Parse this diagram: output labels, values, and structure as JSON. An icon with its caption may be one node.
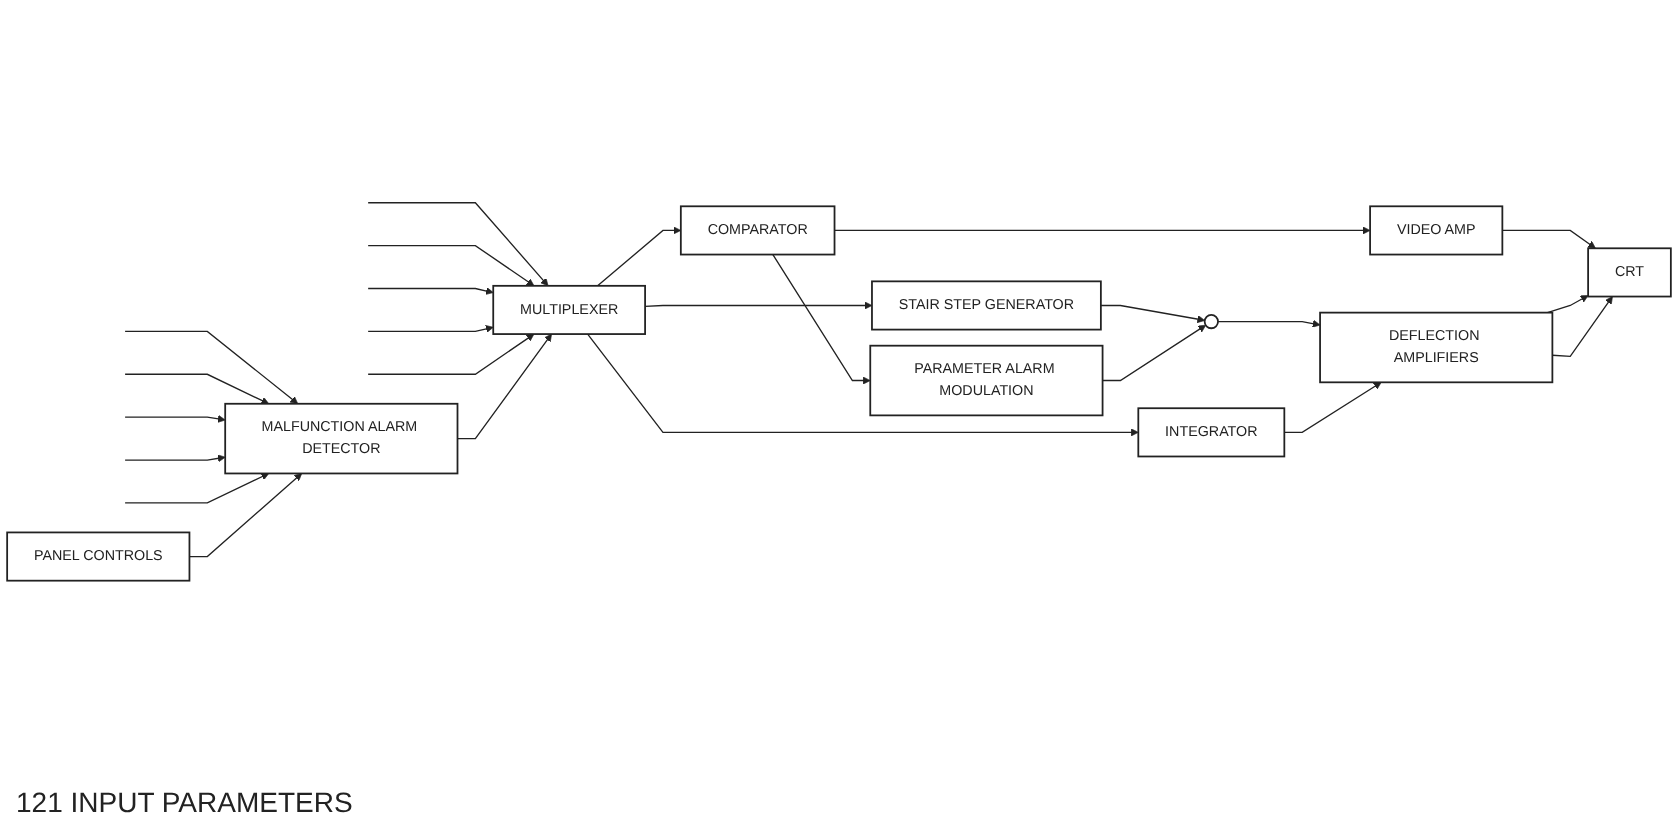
{
  "diagram": {
    "nodes": [
      {
        "text": [
          "MALFUNCTION ALARM DETECTOR"
        ]
      },
      {
        "text": [
          "PANEL CONTROLS"
        ]
      },
      {
        "text": [
          "CRT"
        ]
      },
      {
        "text": [
          "MULTIPLEXER"
        ]
      },
      {
        "text": [
          "STAIR STEP GENERATOR"
        ]
      },
      {
        "text": [
          "VIDEO AMP"
        ]
      },
      {
        "text": [
          "COMPARATOR"
        ]
      },
      {
        "text": [
          "PARAMETER ALARM MODULATION"
        ]
      },
      {
        "text": [],
        "shape": "circle"
      },
      {
        "text": [
          "DEFLECTION AMPLIFIERS"
        ]
      },
      {
        "text": [
          "INTEGRATOR"
        ]
      }
    ],
    "edges": [
      {
        "from": null,
        "to": 0,
        "arrow": "to"
      },
      {
        "from": null,
        "to": 0,
        "arrow": "to"
      },
      {
        "from": null,
        "to": 0,
        "arrow": "to"
      },
      {
        "from": null,
        "to": 0,
        "arrow": "to"
      },
      {
        "from": null,
        "to": 0,
        "arrow": "to"
      },
      {
        "from": null,
        "to": 3,
        "arrow": "to"
      },
      {
        "from": null,
        "to": 3,
        "arrow": "to"
      },
      {
        "from": null,
        "to": 3,
        "arrow": "to"
      },
      {
        "from": null,
        "to": 3,
        "arrow": "to"
      },
      {
        "from": null,
        "to": 3,
        "arrow": "to"
      },
      {
        "from": 1,
        "to": 0,
        "arrow": "to"
      },
      {
        "from": 0,
        "to": 3,
        "arrow": "to"
      },
      {
        "from": 3,
        "to": 4,
        "arrow": "to"
      },
      {
        "from": 3,
        "to": 6,
        "arrow": "to"
      },
      {
        "from": 3,
        "to": 10,
        "arrow": "to"
      },
      {
        "from": 6,
        "to": 5,
        "arrow": "to"
      },
      {
        "from": 6,
        "to": 7,
        "arrow": "to"
      },
      {
        "from": 4,
        "to": 8,
        "arrow": "to"
      },
      {
        "from": 7,
        "to": 8,
        "arrow": "to"
      },
      {
        "from": 8,
        "to": 9,
        "arrow": "to"
      },
      {
        "from": 10,
        "to": 9,
        "arrow": "to"
      },
      {
        "from": 5,
        "to": 2,
        "arrow": "to"
      },
      {
        "from": 9,
        "to": 2,
        "arrow": "to"
      },
      {
        "from": 9,
        "to": 2,
        "arrow": "to"
      }
    ],
    "labels": [
      "121 INPUT PARAMETERS"
    ]
  }
}
